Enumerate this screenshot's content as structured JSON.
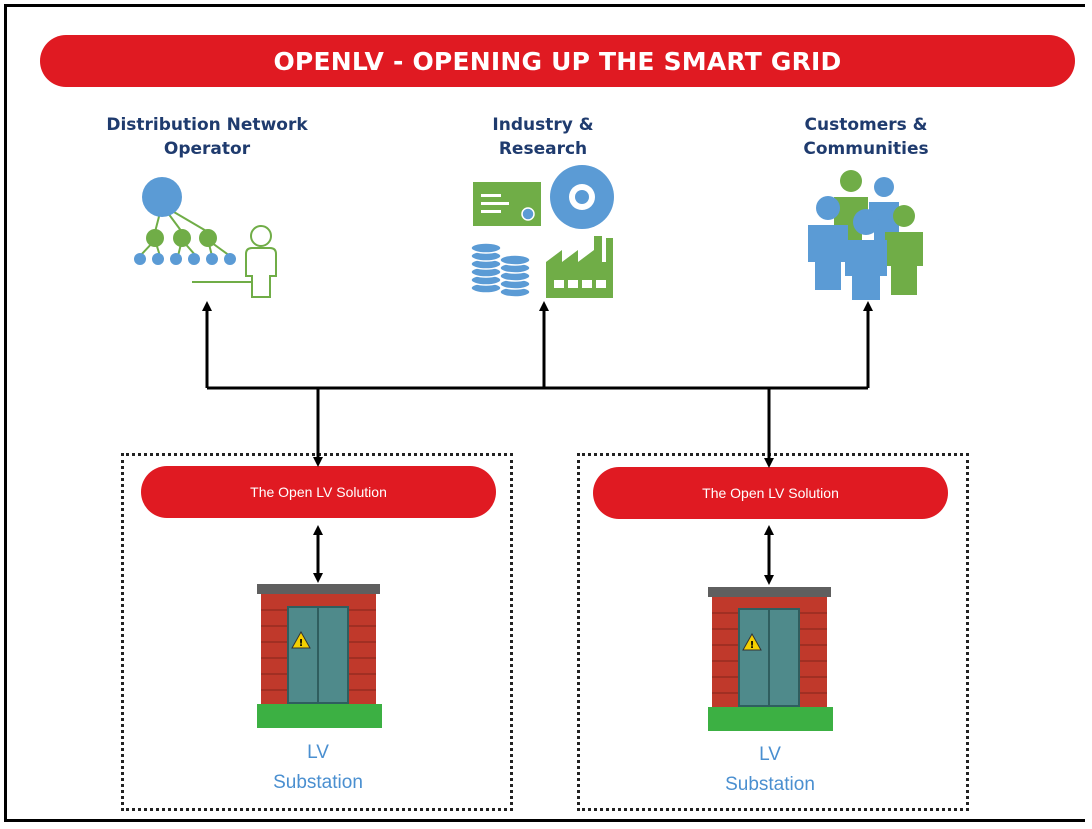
{
  "banner": {
    "title": "OPENLV - OPENING UP THE SMART GRID"
  },
  "stakeholders": [
    {
      "line1": "Distribution Network",
      "line2": "Operator",
      "icon": "network-operator-icon"
    },
    {
      "line1": "Industry &",
      "line2": "Research",
      "icon": "industry-research-icon"
    },
    {
      "line1": "Customers &",
      "line2": "Communities",
      "icon": "people-community-icon"
    }
  ],
  "solutions": [
    {
      "label": "The Open LV Solution",
      "substation_line1": "LV",
      "substation_line2": "Substation"
    },
    {
      "label": "The Open LV Solution",
      "substation_line1": "LV",
      "substation_line2": "Substation"
    }
  ],
  "colors": {
    "accent_red": "#e01a22",
    "heading_navy": "#1f3b6e",
    "icon_blue": "#5b9bd5",
    "icon_green": "#70ad47",
    "brick": "#c0392b",
    "door_teal": "#4f8a8b",
    "base_green": "#3cb043"
  }
}
